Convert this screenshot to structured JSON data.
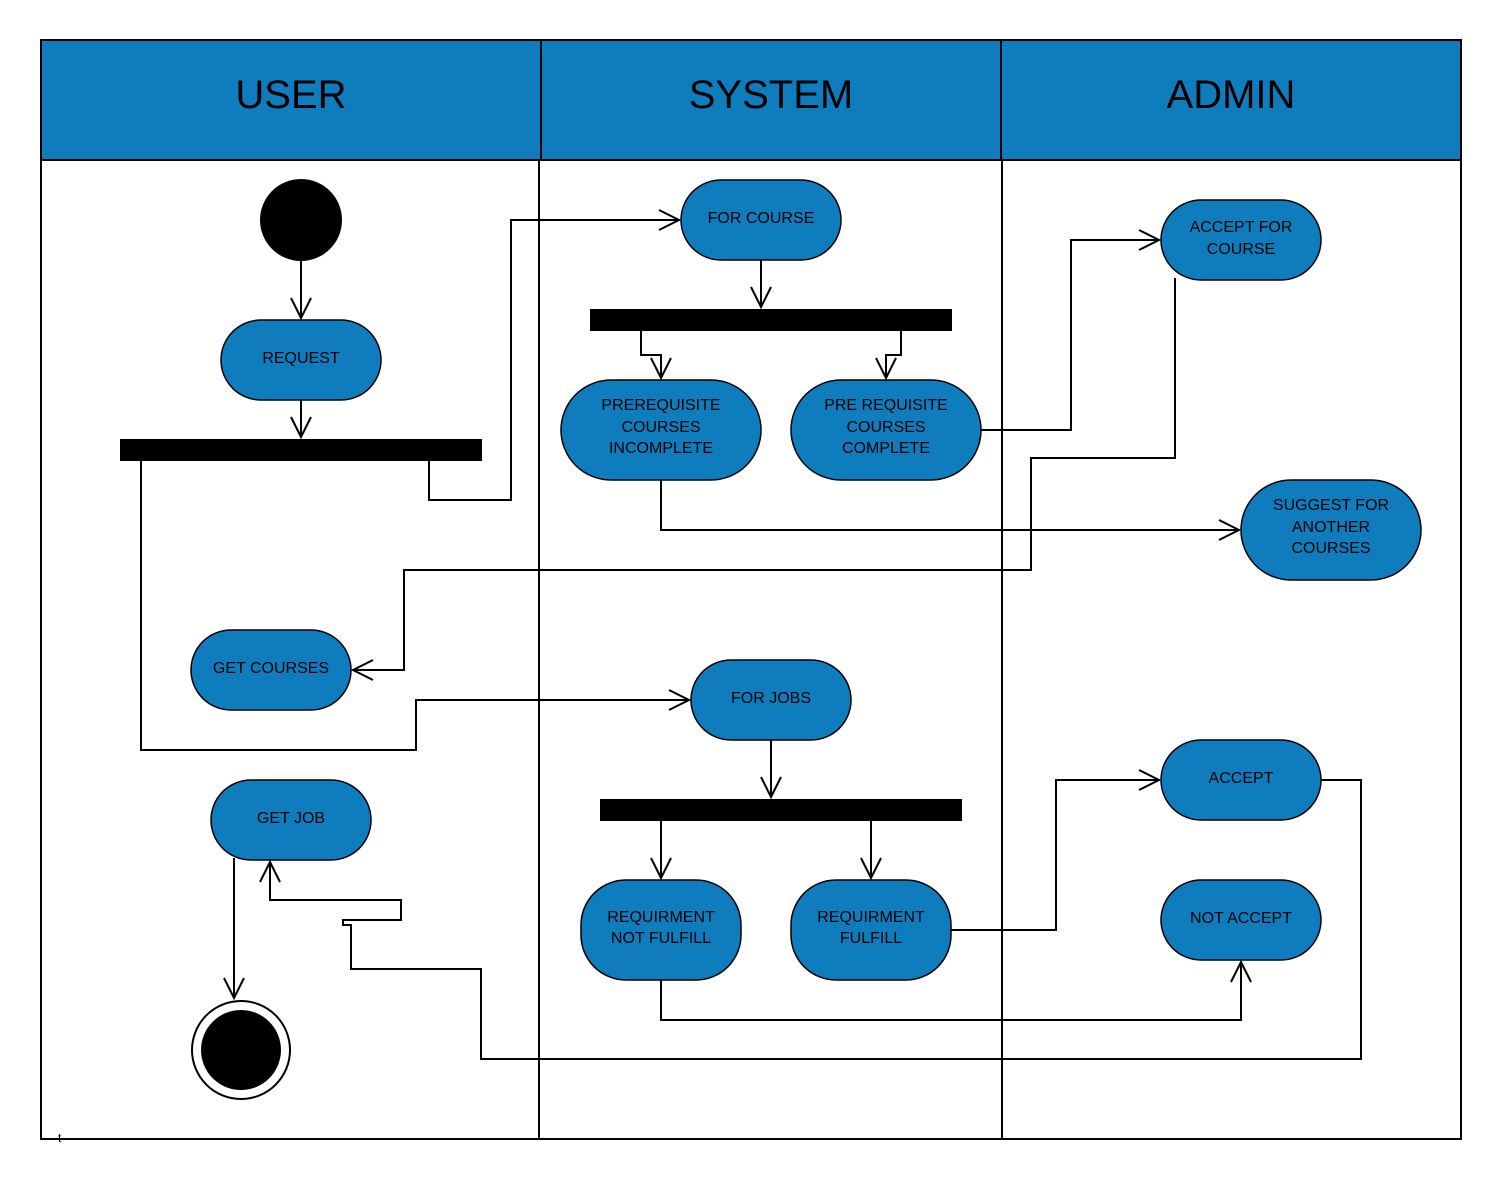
{
  "colors": {
    "header_fill": "#0f7dbd",
    "node_fill": "#0f7dbd",
    "line": "#000000",
    "background": "#ffffff"
  },
  "lanes": [
    {
      "id": "user",
      "title": "USER"
    },
    {
      "id": "system",
      "title": "SYSTEM"
    },
    {
      "id": "admin",
      "title": "ADMIN"
    }
  ],
  "nodes": {
    "request": {
      "lines": [
        "REQUEST"
      ]
    },
    "get_courses": {
      "lines": [
        "GET COURSES"
      ]
    },
    "get_job": {
      "lines": [
        "GET JOB"
      ]
    },
    "for_course": {
      "lines": [
        "FOR COURSE"
      ]
    },
    "prereq_incomplete": {
      "lines": [
        "PREREQUISITE",
        "COURSES",
        "INCOMPLETE"
      ]
    },
    "prereq_complete": {
      "lines": [
        "PRE REQUISITE",
        "COURSES",
        "COMPLETE"
      ]
    },
    "for_jobs": {
      "lines": [
        "FOR JOBS"
      ]
    },
    "req_not_fulfill": {
      "lines": [
        "REQUIRMENT",
        "NOT FULFILL"
      ]
    },
    "req_fulfill": {
      "lines": [
        "REQUIRMENT",
        "FULFILL"
      ]
    },
    "accept_for_course": {
      "lines": [
        "ACCEPT FOR",
        "COURSE"
      ]
    },
    "suggest_another": {
      "lines": [
        "SUGGEST FOR",
        "ANOTHER",
        "COURSES"
      ]
    },
    "accept": {
      "lines": [
        "ACCEPT"
      ]
    },
    "not_accept": {
      "lines": [
        "NOT ACCEPT"
      ]
    }
  },
  "footer_mark": "t"
}
